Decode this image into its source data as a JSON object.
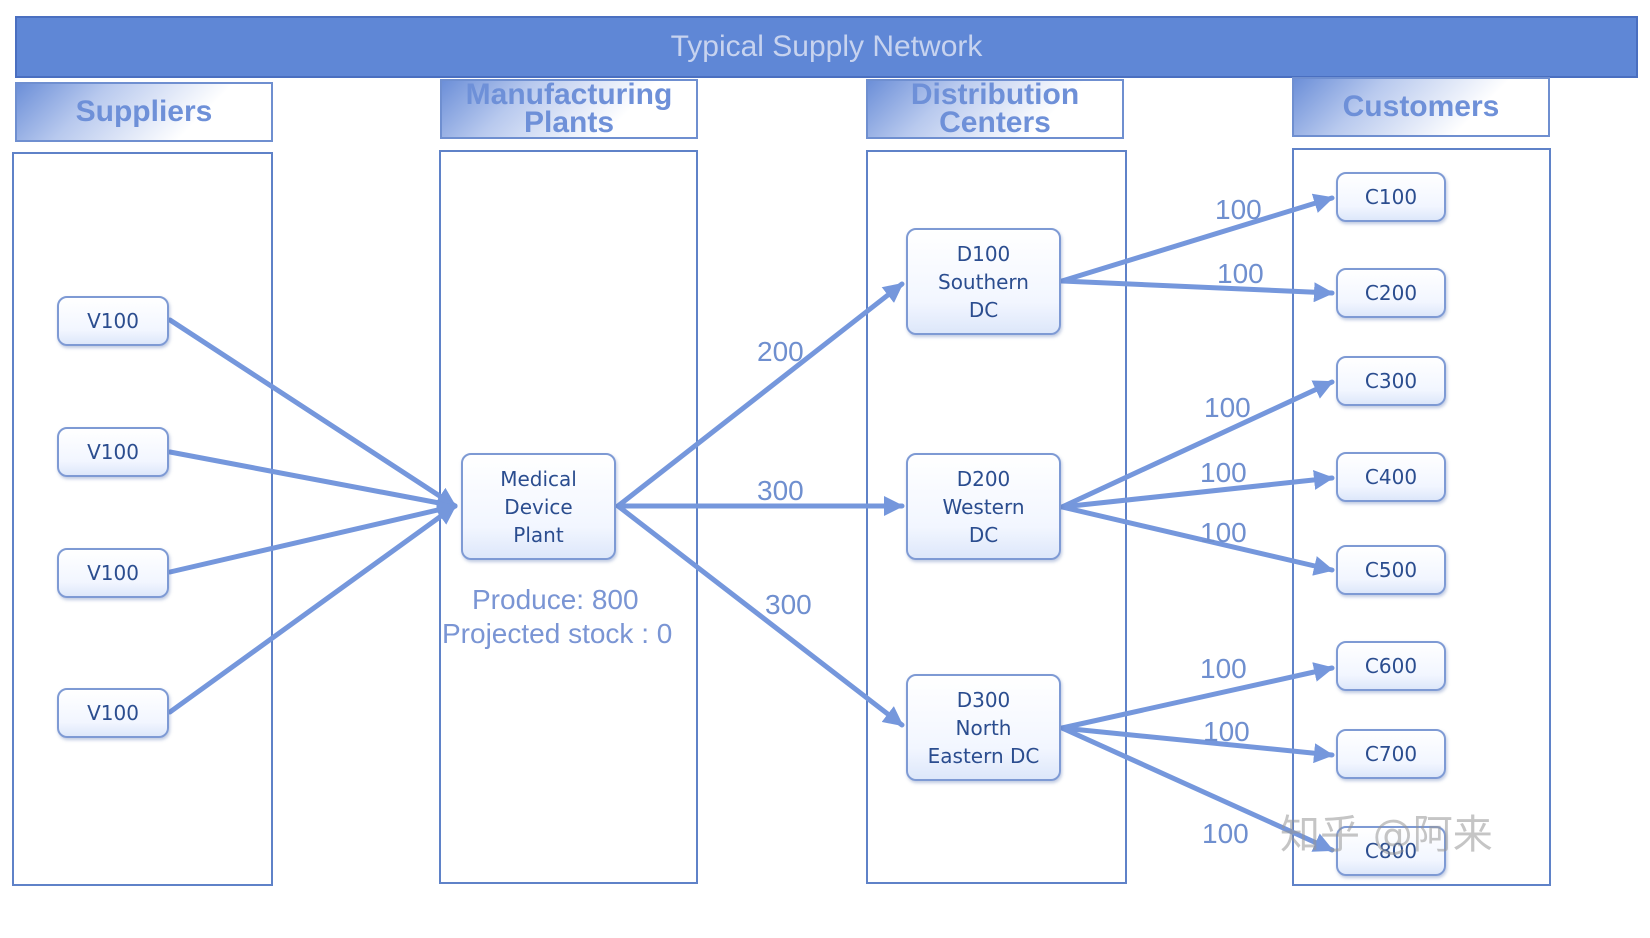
{
  "title": "Typical Supply Network",
  "columns": {
    "suppliers": "Suppliers",
    "plants_line1": "Manufacturing",
    "plants_line2": "Plants",
    "dcs_line1": "Distribution",
    "dcs_line2": "Centers",
    "customers": "Customers"
  },
  "suppliers": [
    "V100",
    "V100",
    "V100",
    "V100"
  ],
  "plant": {
    "line1": "Medical",
    "line2": "Device",
    "line3": "Plant",
    "produce": "Produce: 800",
    "projected": "Projected stock : 0"
  },
  "dcs": [
    {
      "line1": "D100",
      "line2": "Southern",
      "line3": "DC"
    },
    {
      "line1": "D200",
      "line2": "Western",
      "line3": "DC"
    },
    {
      "line1": "D300",
      "line2": "North",
      "line3": "Eastern DC"
    }
  ],
  "customers": [
    "C100",
    "C200",
    "C300",
    "C400",
    "C500",
    "C600",
    "C700",
    "C800"
  ],
  "flows": {
    "plant_to_d100": "200",
    "plant_to_d200": "300",
    "plant_to_d300": "300",
    "d100_to_c100": "100",
    "d100_to_c200": "100",
    "d200_to_c300": "100",
    "d200_to_c400": "100",
    "d200_to_c500": "100",
    "d300_to_c600": "100",
    "d300_to_c700": "100",
    "d300_to_c800": "100"
  },
  "watermark": "知乎 @阿来",
  "colors": {
    "banner": "#5f87d6",
    "arrow": "#7597dc",
    "node_border": "#7e9ad4"
  }
}
